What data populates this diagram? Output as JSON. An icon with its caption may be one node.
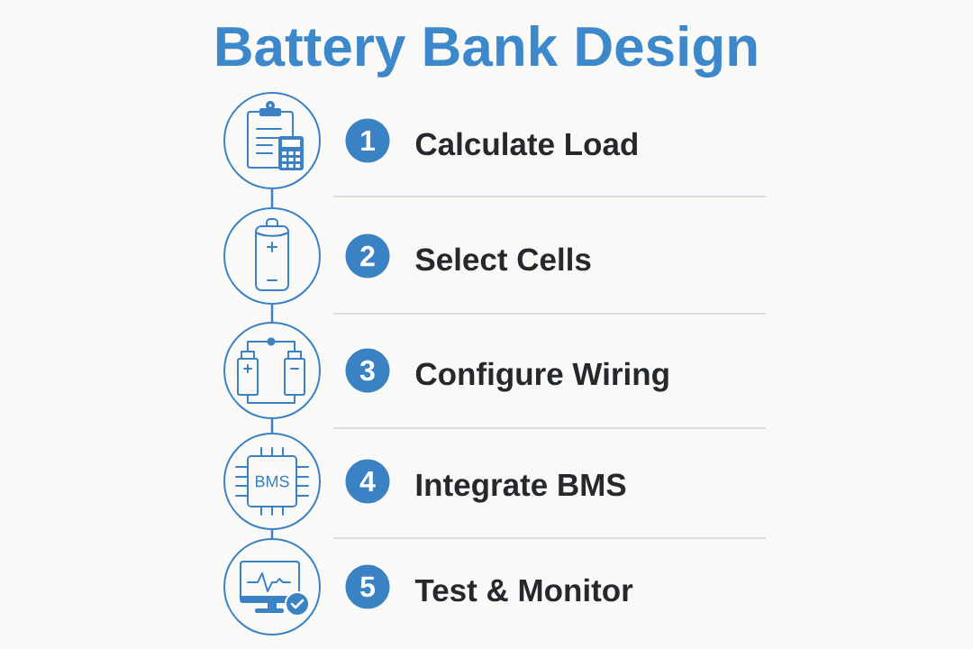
{
  "diagram": {
    "title": "Battery Bank Design",
    "nodes": [
      {
        "text": [],
        "shape": "circle"
      },
      {
        "text": [
          "1"
        ],
        "beside": [
          "Calculate Load"
        ]
      },
      {
        "text": [],
        "shape": "circle"
      },
      {
        "text": [
          "2"
        ],
        "beside": [
          "Select Cells"
        ]
      },
      {
        "text": [],
        "shape": "circle"
      },
      {
        "text": [
          "3"
        ],
        "beside": [
          "Configure Wiring"
        ]
      },
      {
        "text": [],
        "shape": "circle"
      },
      {
        "text": [
          "BMS"
        ],
        "in": 6
      },
      {
        "text": [
          "4"
        ],
        "beside": [
          "Integrate BMS"
        ]
      },
      {
        "text": [],
        "shape": "circle"
      },
      {
        "text": [
          "5"
        ],
        "beside": [
          "Test & Monitor"
        ]
      }
    ],
    "edges": [
      {
        "from": 0,
        "to": 2,
        "arrow": "none"
      },
      {
        "from": 2,
        "to": 4,
        "arrow": "none"
      },
      {
        "from": 4,
        "to": 6,
        "arrow": "none"
      },
      {
        "from": 6,
        "to": 9,
        "arrow": "none"
      }
    ]
  }
}
